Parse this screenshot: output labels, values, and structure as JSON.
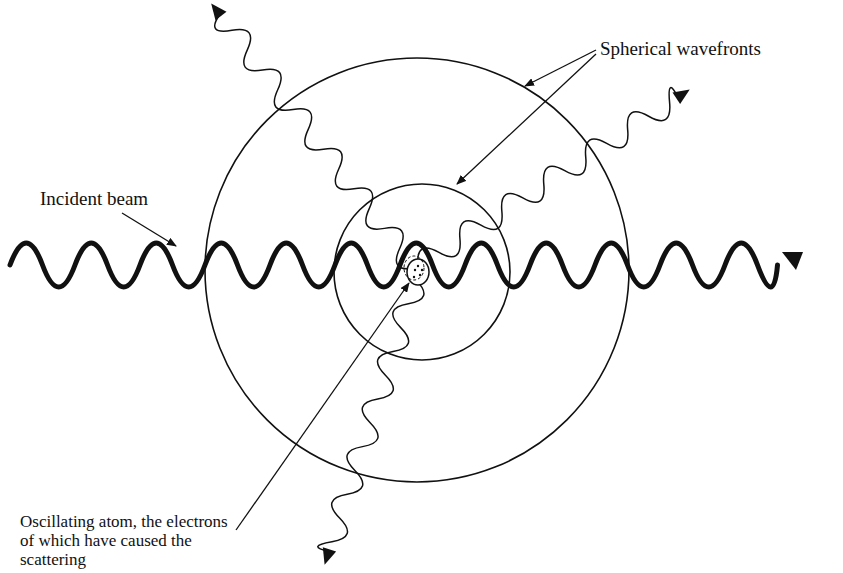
{
  "diagram": {
    "labels": [
      "Spherical wavefronts",
      "Incident beam",
      "Oscillating atom, the electrons of which have caused the scattering"
    ]
  }
}
